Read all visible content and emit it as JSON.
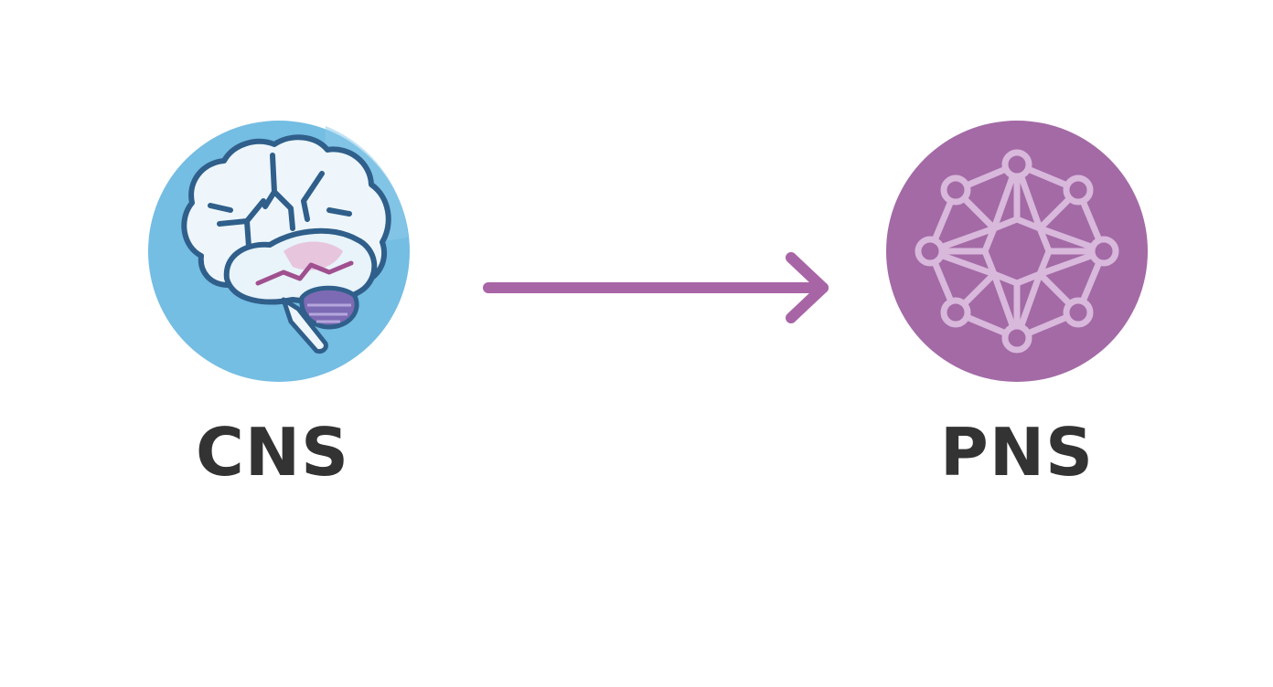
{
  "nodes": {
    "cns": {
      "label": "CNS",
      "icon": "brain-icon",
      "color": "#74bde3"
    },
    "pns": {
      "label": "PNS",
      "icon": "neural-network-icon",
      "color": "#a36aa6"
    }
  },
  "connector": {
    "type": "arrow",
    "direction": "right",
    "color": "#a865a6"
  },
  "text_color": "#333333"
}
